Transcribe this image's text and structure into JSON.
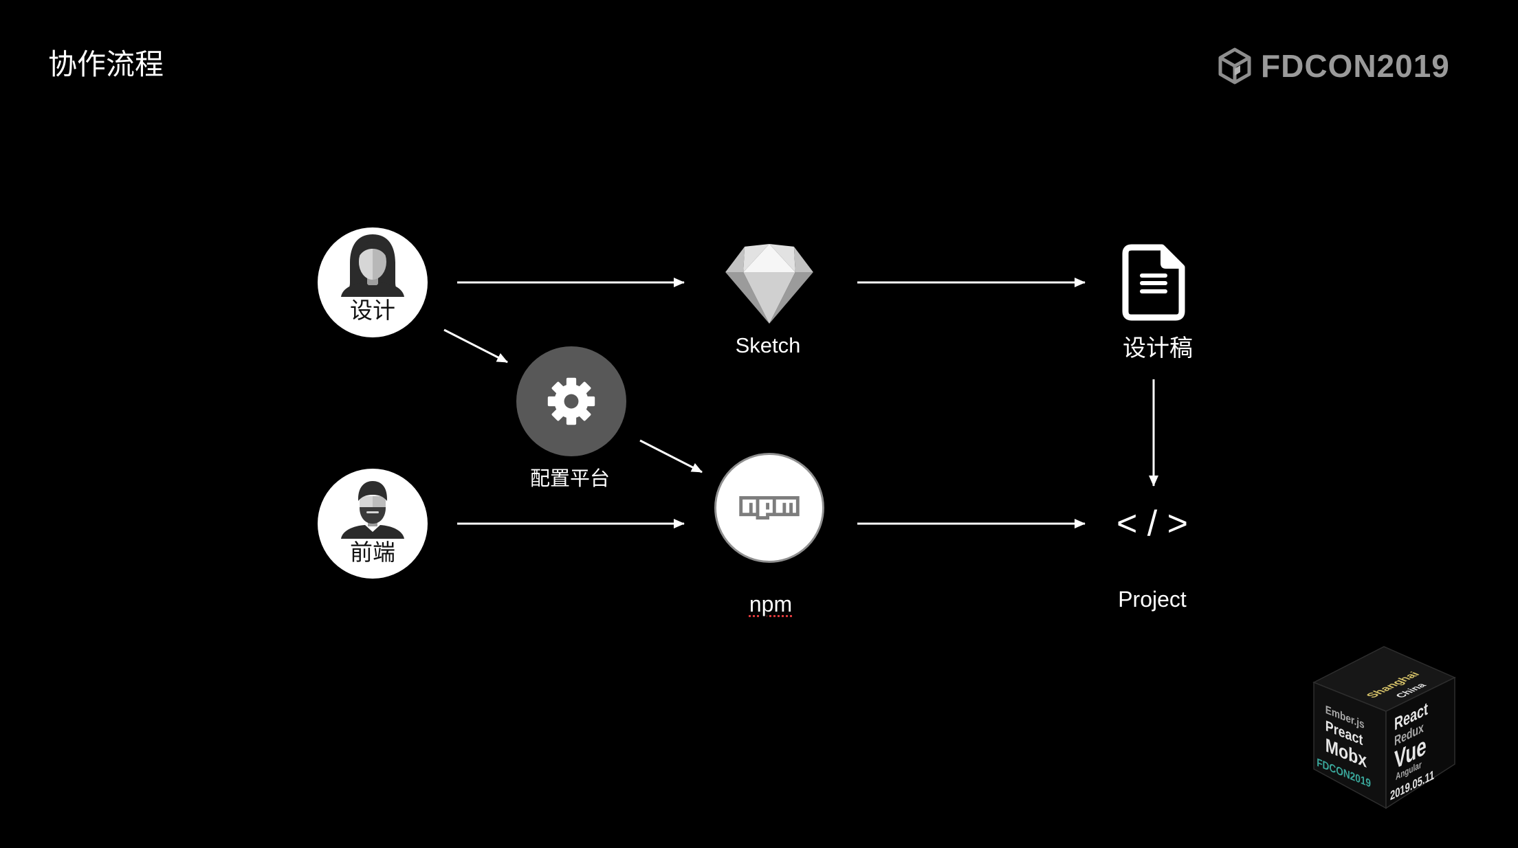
{
  "slide": {
    "title": "协作流程",
    "brand": {
      "name": "FDCON2019",
      "icon": "fdcon-cube-logo-icon"
    }
  },
  "nodes": {
    "designer": {
      "label": "设计",
      "icon": "female-avatar-icon"
    },
    "frontend": {
      "label": "前端",
      "icon": "male-avatar-icon"
    },
    "config_platform": {
      "label": "配置平台",
      "icon": "gear-icon"
    },
    "sketch": {
      "label": "Sketch",
      "icon": "sketch-diamond-icon"
    },
    "npm": {
      "label": "npm",
      "icon": "npm-logo-icon",
      "logo_text": "npm"
    },
    "design_draft": {
      "label": "设计稿",
      "icon": "document-icon"
    },
    "project": {
      "symbol": "< / >",
      "label": "Project"
    }
  },
  "badge": {
    "top_face": [
      "Shanghai",
      "China"
    ],
    "left_face": [
      "Ember.js",
      "Preact",
      "Mobx",
      "FDCON2019"
    ],
    "right_face": [
      "React",
      "Redux",
      "Vue",
      "Angular",
      "2019.05.11"
    ]
  },
  "colors": {
    "background": "#000000",
    "text": "#ffffff",
    "brand_gray": "#9a9a9a",
    "config_node": "#585858",
    "npm_border": "#8f8f8f",
    "badge_city": "#d8c46a",
    "badge_event": "#3aa79b",
    "spellcheck_underline": "#d9383a"
  }
}
